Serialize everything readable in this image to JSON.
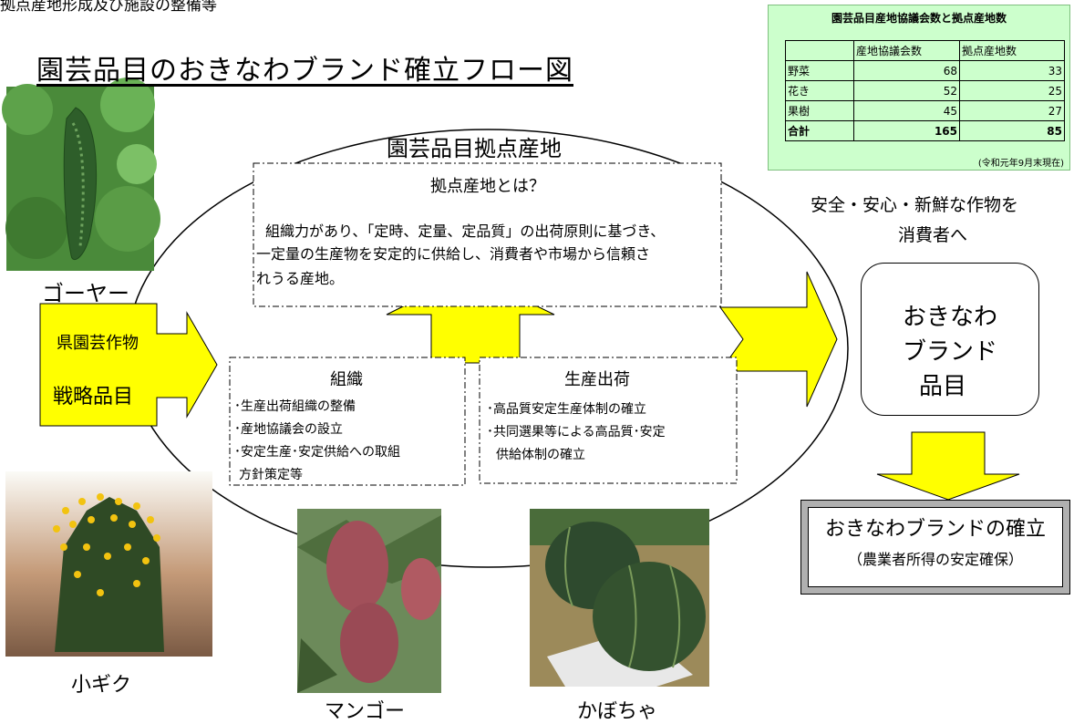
{
  "cut_heading": "拠点産地形成及び施設の整備等",
  "title": "園芸品目のおきなわブランド確立フロー図",
  "ellipse_title": "園芸品目拠点産地",
  "definition": {
    "heading": "拠点産地とは？",
    "lines": [
      "組織力があり、「定時、定量、定品質」の出荷原則に基づき、",
      "一定量の生産物を安定的に供給し、消費者や市場から信頼さ",
      "れうる産地。"
    ]
  },
  "organization": {
    "heading": "組織",
    "lines": [
      "･生産出荷組織の整備",
      "･産地協議会の設立",
      "･安定生産･安定供給への取組",
      "方針策定等"
    ]
  },
  "production": {
    "heading": "生産出荷",
    "lines": [
      "･高品質安定生産体制の確立",
      "･共同選果等による高品質･安定",
      "供給体制の確立"
    ]
  },
  "input_arrow": {
    "line1": "県園芸作物",
    "line2": "戦略品目"
  },
  "consumer_text": [
    "安全・安心・新鮮な作物を",
    "消費者へ"
  ],
  "brand_item": [
    "おきなわ",
    "ブランド",
    "品目"
  ],
  "establishment": {
    "line1": "おきなわブランドの確立",
    "line2": "（農業者所得の安定確保）"
  },
  "captions": {
    "goya": "ゴーヤー",
    "kogiku": "小ギク",
    "mango": "マンゴー",
    "kabocha": "かぼちゃ"
  },
  "table": {
    "title": "園芸品目産地協議会数と拠点産地数",
    "headers": [
      "",
      "産地協議会数",
      "拠点産地数"
    ],
    "rows": [
      [
        "野菜",
        "68",
        "33"
      ],
      [
        "花き",
        "52",
        "25"
      ],
      [
        "果樹",
        "45",
        "27"
      ],
      [
        "合計",
        "165",
        "85"
      ]
    ],
    "note": "(令和元年9月末現在)"
  },
  "colors": {
    "arrow": "#ffff00",
    "table_bg": "#ccffcc"
  }
}
